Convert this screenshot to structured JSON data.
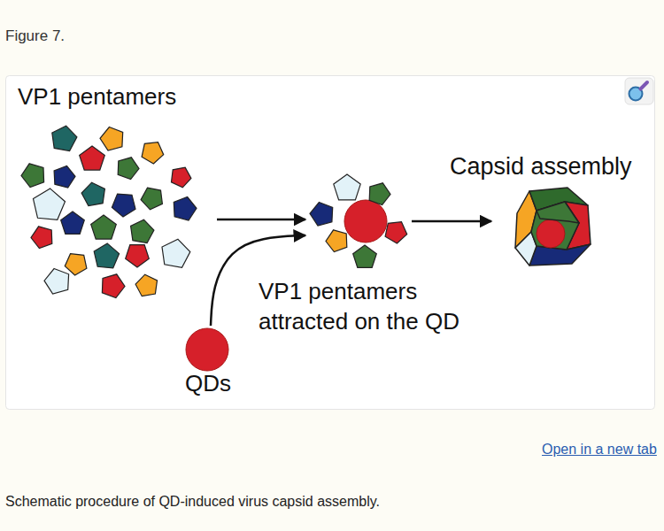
{
  "diagram": {
    "title": "Figure 7.",
    "caption": "Schematic procedure of QD-induced virus capsid assembly.",
    "nodes": [
      {
        "text": [
          "VP1 pentamers"
        ]
      },
      {
        "text": [
          "QDs"
        ]
      },
      {
        "text": [
          "VP1 pentamers attracted on the QD"
        ]
      },
      {
        "text": [
          "Capsid assembly"
        ]
      }
    ],
    "edges": [
      {
        "from": 0,
        "to": 2,
        "arrow": "to"
      },
      {
        "from": 1,
        "to": 2,
        "arrow": "to"
      },
      {
        "from": 2,
        "to": 3,
        "arrow": "to"
      }
    ],
    "labels": [
      "Open in a new tab"
    ]
  }
}
